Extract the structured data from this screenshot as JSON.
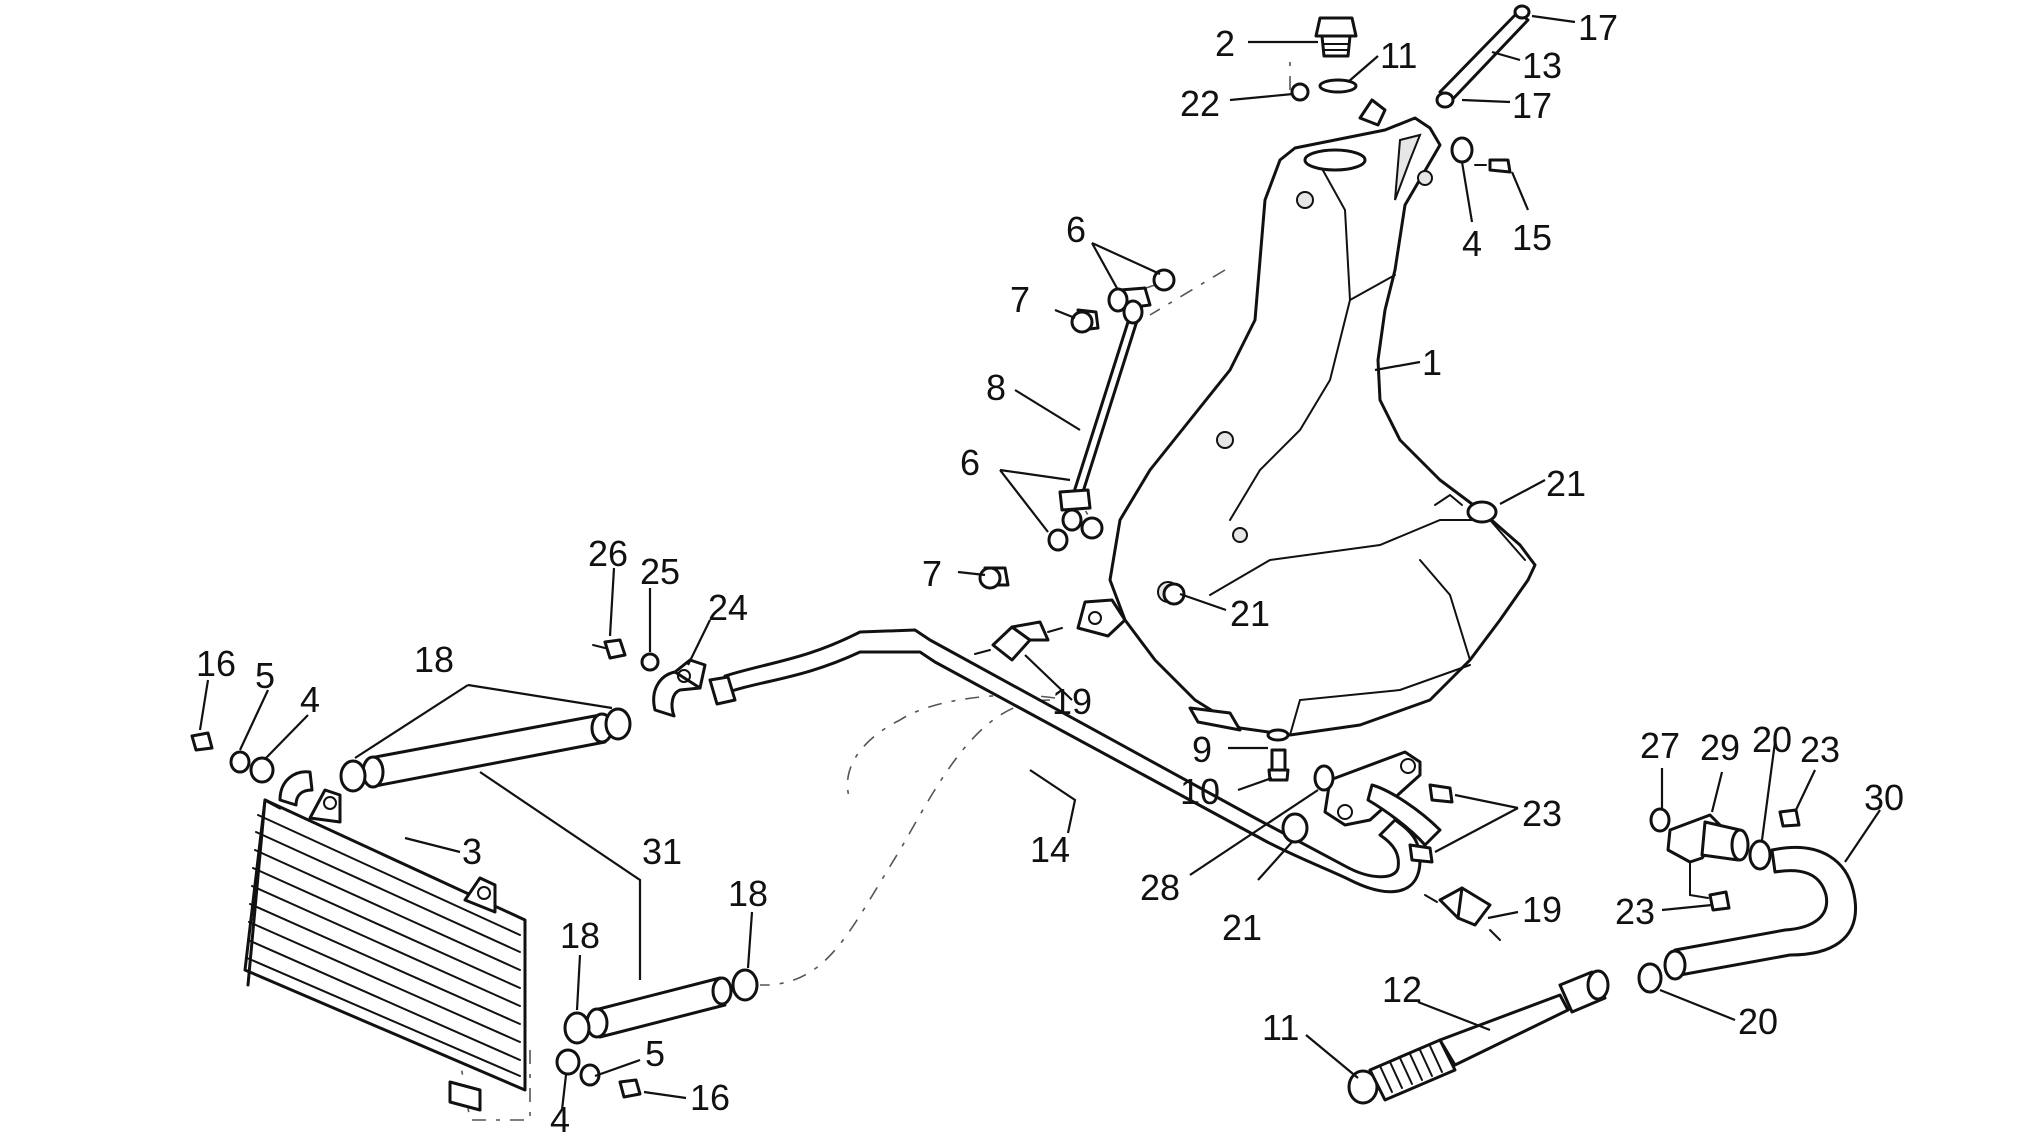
{
  "diagram": {
    "colors": {
      "line": "#111111",
      "shade": "#e6e6e6",
      "background": "#ffffff"
    },
    "callouts": [
      {
        "id": "c-2",
        "text": "2"
      },
      {
        "id": "c-11a",
        "text": "11"
      },
      {
        "id": "c-17a",
        "text": "17"
      },
      {
        "id": "c-13",
        "text": "13"
      },
      {
        "id": "c-22",
        "text": "22"
      },
      {
        "id": "c-17b",
        "text": "17"
      },
      {
        "id": "c-4a",
        "text": "4"
      },
      {
        "id": "c-15",
        "text": "15"
      },
      {
        "id": "c-6a",
        "text": "6"
      },
      {
        "id": "c-7a",
        "text": "7"
      },
      {
        "id": "c-1",
        "text": "1"
      },
      {
        "id": "c-8",
        "text": "8"
      },
      {
        "id": "c-6b",
        "text": "6"
      },
      {
        "id": "c-21a",
        "text": "21"
      },
      {
        "id": "c-7b",
        "text": "7"
      },
      {
        "id": "c-21b",
        "text": "21"
      },
      {
        "id": "c-26",
        "text": "26"
      },
      {
        "id": "c-25",
        "text": "25"
      },
      {
        "id": "c-24",
        "text": "24"
      },
      {
        "id": "c-16a",
        "text": "16"
      },
      {
        "id": "c-5a",
        "text": "5"
      },
      {
        "id": "c-4b",
        "text": "4"
      },
      {
        "id": "c-18a",
        "text": "18"
      },
      {
        "id": "c-19a",
        "text": "19"
      },
      {
        "id": "c-27",
        "text": "27"
      },
      {
        "id": "c-29",
        "text": "29"
      },
      {
        "id": "c-20a",
        "text": "20"
      },
      {
        "id": "c-23a",
        "text": "23"
      },
      {
        "id": "c-9",
        "text": "9"
      },
      {
        "id": "c-30",
        "text": "30"
      },
      {
        "id": "c-10",
        "text": "10"
      },
      {
        "id": "c-23b",
        "text": "23"
      },
      {
        "id": "c-3",
        "text": "3"
      },
      {
        "id": "c-31",
        "text": "31"
      },
      {
        "id": "c-14",
        "text": "14"
      },
      {
        "id": "c-28",
        "text": "28"
      },
      {
        "id": "c-18b",
        "text": "18"
      },
      {
        "id": "c-18c",
        "text": "18"
      },
      {
        "id": "c-21c",
        "text": "21"
      },
      {
        "id": "c-19b",
        "text": "19"
      },
      {
        "id": "c-23c",
        "text": "23"
      },
      {
        "id": "c-12",
        "text": "12"
      },
      {
        "id": "c-11b",
        "text": "11"
      },
      {
        "id": "c-20b",
        "text": "20"
      },
      {
        "id": "c-5b",
        "text": "5"
      },
      {
        "id": "c-16b",
        "text": "16"
      },
      {
        "id": "c-4c",
        "text": "4"
      }
    ]
  }
}
